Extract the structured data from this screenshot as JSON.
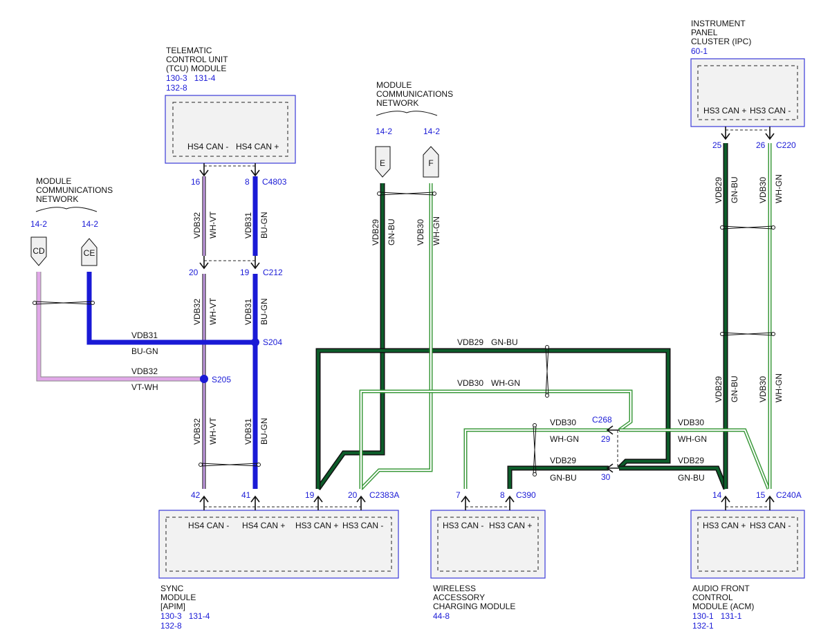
{
  "modules": {
    "tcu": {
      "title_lines": [
        "TELEMATIC",
        "CONTROL UNIT",
        "(TCU) MODULE"
      ],
      "ref_lines": [
        "130-3   131-4",
        "132-8"
      ],
      "pins": [
        "HS4 CAN -",
        "HS4 CAN +"
      ]
    },
    "ipc": {
      "title_lines": [
        "INSTRUMENT",
        "PANEL",
        "CLUSTER (IPC)"
      ],
      "ref_lines": [
        "60-1"
      ],
      "pins": [
        "HS3 CAN +",
        "HS3 CAN -"
      ]
    },
    "sync": {
      "title_lines": [
        "SYNC",
        "MODULE",
        "[APIM]"
      ],
      "ref_lines": [
        "130-3   131-4",
        "132-8"
      ],
      "pins": [
        "HS4 CAN -",
        "HS4 CAN +",
        "HS3 CAN +",
        "HS3 CAN -"
      ]
    },
    "wireless": {
      "title_lines": [
        "WIRELESS",
        "ACCESSORY",
        "CHARGING MODULE"
      ],
      "ref_lines": [
        "44-8"
      ],
      "pins": [
        "HS3 CAN -",
        "HS3 CAN +"
      ]
    },
    "acm": {
      "title_lines": [
        "AUDIO FRONT",
        "CONTROL",
        "MODULE (ACM)"
      ],
      "ref_lines": [
        "130-1   131-1",
        "132-1"
      ],
      "pins": [
        "HS3 CAN +",
        "HS3 CAN -"
      ]
    }
  },
  "networks": {
    "left": {
      "title_lines": [
        "MODULE",
        "COMMUNICATIONS",
        "NETWORK"
      ],
      "refs": [
        "14-2",
        "14-2"
      ],
      "connectors": [
        "CD",
        "CE"
      ]
    },
    "center": {
      "title_lines": [
        "MODULE",
        "COMMUNICATIONS",
        "NETWORK"
      ],
      "refs": [
        "14-2",
        "14-2"
      ],
      "connectors": [
        "E",
        "F"
      ]
    }
  },
  "connectors": {
    "c4803": "C4803",
    "c212": "C212",
    "c2383a": "C2383A",
    "c390": "C390",
    "c220": "C220",
    "c240a": "C240A",
    "c268": "C268"
  },
  "splices": {
    "s204": "S204",
    "s205": "S205"
  },
  "pin_numbers": {
    "tcu_16": "16",
    "tcu_8": "8",
    "c212_20": "20",
    "c212_19": "19",
    "sync_42": "42",
    "sync_41": "41",
    "sync_19": "19",
    "sync_20": "20",
    "wl_7": "7",
    "wl_8": "8",
    "ipc_25": "25",
    "ipc_26": "26",
    "acm_14": "14",
    "acm_15": "15",
    "c268_29": "29",
    "c268_30": "30"
  },
  "wire_labels": {
    "vdb32": "VDB32",
    "vdb31": "VDB31",
    "vdb29": "VDB29",
    "vdb30": "VDB30",
    "wh_vt": "WH-VT",
    "bu_gn": "BU-GN",
    "gn_bu": "GN-BU",
    "wh_gn": "WH-GN",
    "vt_wh": "VT-WH"
  },
  "colors": {
    "bu_gn": "#1a1ad6",
    "gn_bu": "#0d5c2a",
    "wh_vt": "#c79ee8",
    "wh_gn": "#3c9a3c",
    "vt_wh": "#e1a8e8",
    "module_border": "#3a3ad8",
    "ref_text": "#1a1ad6"
  }
}
